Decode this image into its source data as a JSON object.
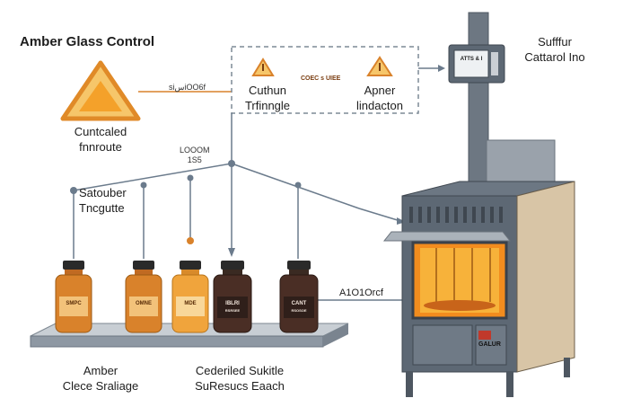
{
  "title": "Amber Glass Control",
  "warning": {
    "line1": "Cuntcaled",
    "line2": "fnnroute"
  },
  "connector_label": "siسiOO6f",
  "legend_box": {
    "item1": {
      "line1": "Cuthun",
      "line2": "Trfinngle"
    },
    "center_label": "COEC s UIEE",
    "item2": {
      "line1": "Apner",
      "line2": "lindacton"
    }
  },
  "sensor_label": {
    "line1": "Sufffur",
    "line2": "Cattarol Ino"
  },
  "sensor_screen": {
    "line1": "ATTS & I",
    "line2": ""
  },
  "node_label": {
    "line1": "LOOOM",
    "line2": "1S5"
  },
  "branch_label": {
    "line1": "Satouber",
    "line2": "Tncgutte"
  },
  "bottles": [
    "SMPC",
    "OMNE",
    "MDE",
    "IBLRI",
    "CANT"
  ],
  "bottle_sub": [
    "",
    "",
    "",
    "RSRSEE",
    "RSOSOE"
  ],
  "conveyor_label": "A1O1Orcf",
  "furnace_label": "GALUR",
  "bottom_left": {
    "line1": "Amber",
    "line2": "Clece Sraliage"
  },
  "bottom_center": {
    "line1": "Cederiled Sukitle",
    "line2": "SuResucs Eaach"
  },
  "colors": {
    "amber": "#d9822b",
    "amber_light": "#f0a43c",
    "dark_bottle": "#4a2e25",
    "cap": "#2a2a2a",
    "line": "#6b7b8c",
    "furnace": "#5d6874",
    "fire": "#f28c1e"
  }
}
